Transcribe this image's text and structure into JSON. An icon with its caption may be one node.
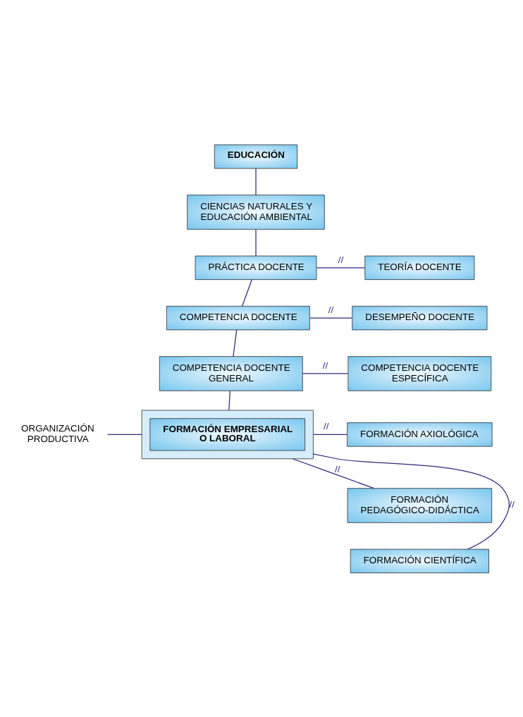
{
  "diagram": {
    "nodes": [
      {
        "text": [
          "EDUCACIÓN"
        ]
      },
      {
        "text": [
          "CIENCIAS NATURALES Y EDUCACIÓN AMBIENTAL"
        ]
      },
      {
        "text": [
          "PRÁCTICA DOCENTE"
        ]
      },
      {
        "text": [
          "TEORÍA DOCENTE"
        ]
      },
      {
        "text": [
          "COMPETENCIA DOCENTE"
        ]
      },
      {
        "text": [
          "DESEMPEÑO DOCENTE"
        ]
      },
      {
        "text": [
          "COMPETENCIA DOCENTE GENERAL"
        ]
      },
      {
        "text": [
          "COMPETENCIA DOCENTE ESPECÍFICA"
        ]
      },
      {
        "text": [],
        "shape": "box"
      },
      {
        "text": [
          "FORMACIÓN EMPRESARIAL O LABORAL"
        ],
        "in": 8
      },
      {
        "text": [
          "ORGANIZACIÓN PRODUCTIVA"
        ]
      },
      {
        "text": [
          "FORMACIÓN AXIOLÓGICA"
        ]
      },
      {
        "text": [
          "FORMACIÓN PEDAGÓGICO-DIDÁCTICA"
        ]
      },
      {
        "text": [
          "FORMACIÓN CIENTÍFICA"
        ]
      }
    ],
    "edges": [
      {
        "from": 0,
        "to": 1,
        "arrow": "none"
      },
      {
        "from": 1,
        "to": 2,
        "arrow": "none"
      },
      {
        "from": 2,
        "to": 3,
        "arrow": "none",
        "label": "//"
      },
      {
        "from": 2,
        "to": 4,
        "arrow": "none"
      },
      {
        "from": 4,
        "to": 5,
        "arrow": "none",
        "label": "//"
      },
      {
        "from": 4,
        "to": 6,
        "arrow": "none"
      },
      {
        "from": 6,
        "to": 7,
        "arrow": "none",
        "label": "//"
      },
      {
        "from": 6,
        "to": 8,
        "arrow": "none"
      },
      {
        "from": 10,
        "to": 8,
        "arrow": "none"
      },
      {
        "from": 8,
        "to": 11,
        "arrow": "none",
        "label": "//"
      },
      {
        "from": 8,
        "to": 12,
        "arrow": "none",
        "label": "//"
      },
      {
        "from": 8,
        "to": 13,
        "arrow": "none",
        "label": "//"
      }
    ]
  }
}
